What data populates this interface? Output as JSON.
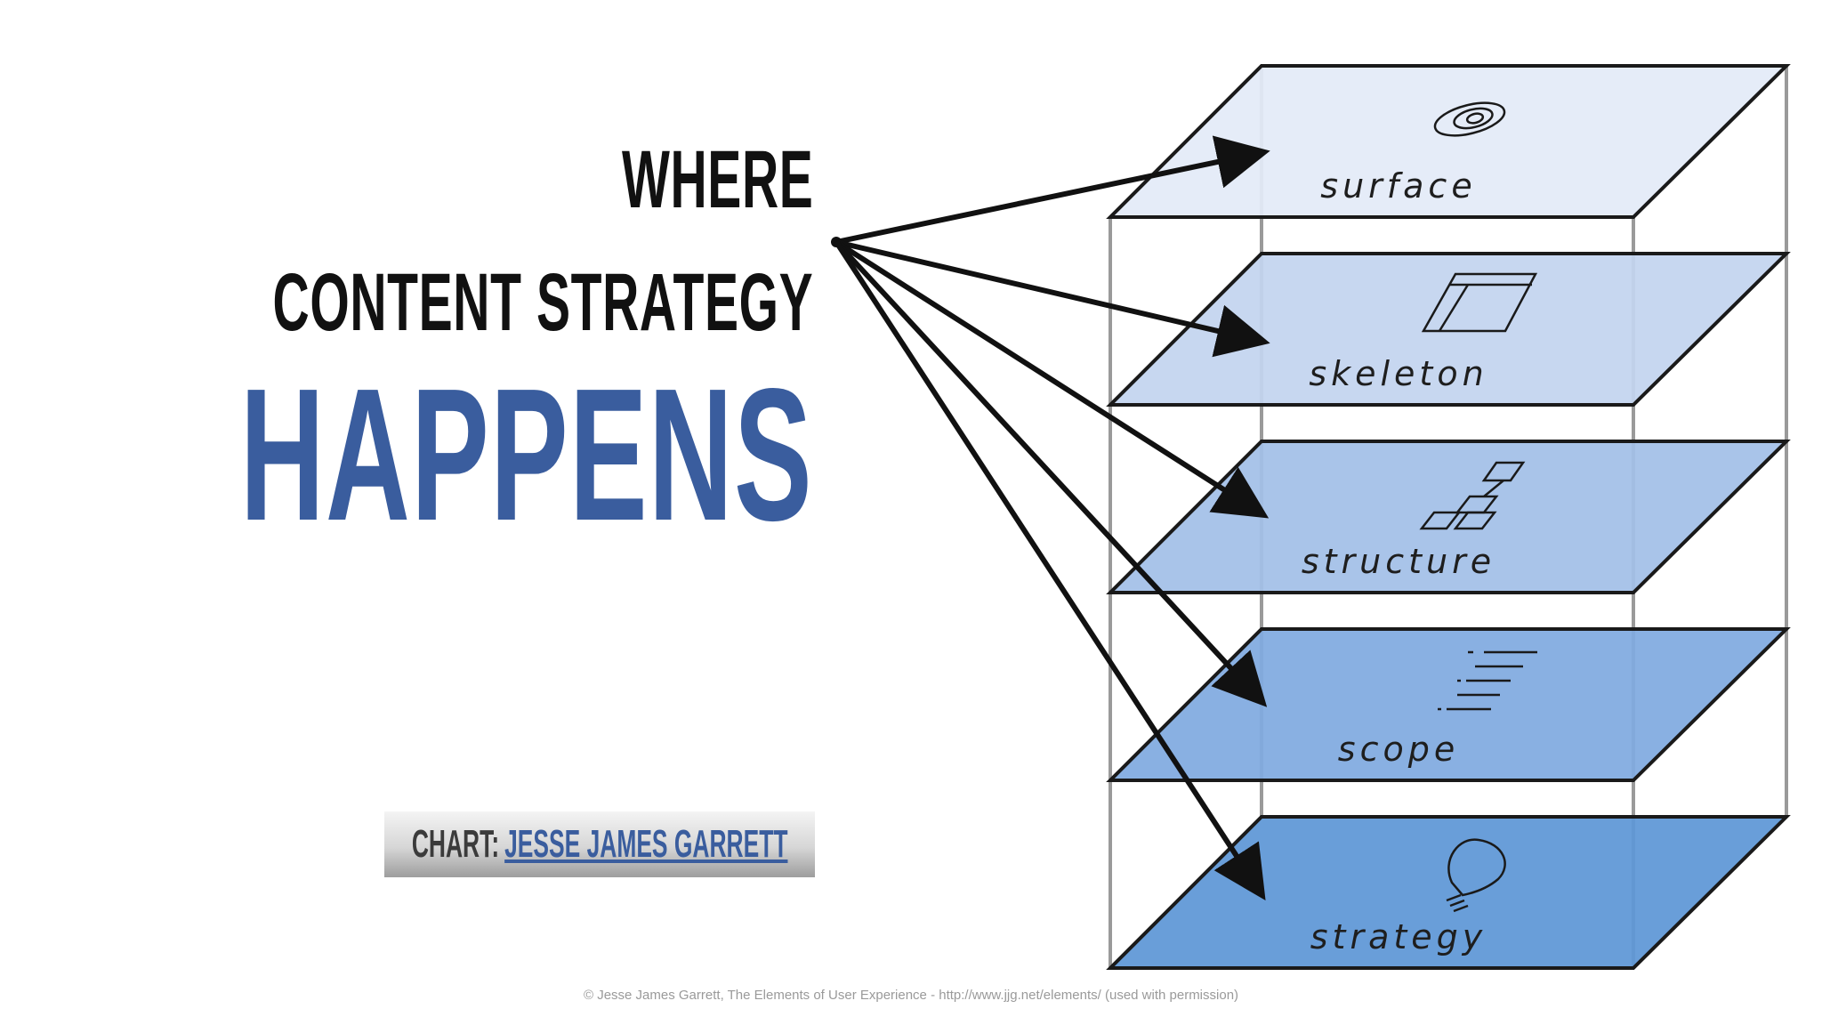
{
  "headline": {
    "line1": "WHERE",
    "line2": "CONTENT STRATEGY",
    "line3": "HAPPENS"
  },
  "credit": {
    "label": "CHART:",
    "link_text": "JESSE JAMES GARRETT"
  },
  "planes": [
    {
      "label": "surface",
      "icon": "eye-icon"
    },
    {
      "label": "skeleton",
      "icon": "wireframe-icon"
    },
    {
      "label": "structure",
      "icon": "sitemap-icon"
    },
    {
      "label": "scope",
      "icon": "list-icon"
    },
    {
      "label": "strategy",
      "icon": "lightbulb-icon"
    }
  ],
  "colors": {
    "accent": "#3a5d9e",
    "plane_colors": [
      "#e3ebf8",
      "#c3d4ef",
      "#a2c0e7",
      "#80aae0",
      "#5e97d6"
    ]
  },
  "footer": {
    "copyright": "© Jesse James Garrett, The Elements of User Experience - http://www.jjg.net/elements/   (used with permission)"
  }
}
